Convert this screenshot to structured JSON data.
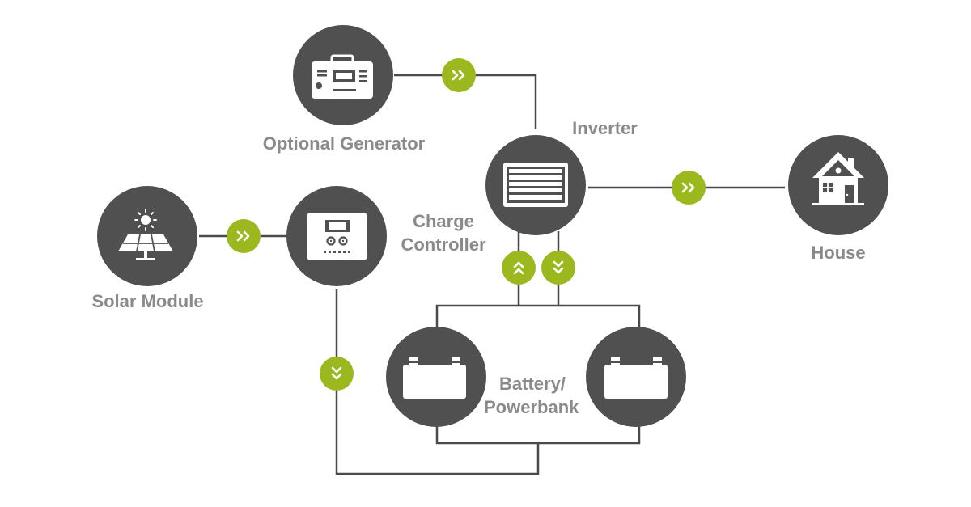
{
  "labels": {
    "optional_generator": "Optional Generator",
    "inverter": "Inverter",
    "charge_controller_line1": "Charge",
    "charge_controller_line2": "Controller",
    "solar_module": "Solar Module",
    "house": "House",
    "battery_line1": "Battery/",
    "battery_line2": "Powerbank"
  },
  "colors": {
    "node_fill": "#505050",
    "connector": "#4a4a4a",
    "flow_badge": "#9cb81f",
    "label_text": "#8a8a8a",
    "icon": "#ffffff"
  },
  "icons": {
    "generator": "generator-icon",
    "inverter": "inverter-icon",
    "charge_controller": "charge-controller-icon",
    "solar_module": "solar-panel-icon",
    "house": "house-icon",
    "battery": "battery-icon",
    "flow_arrow": "double-chevron-icon"
  }
}
